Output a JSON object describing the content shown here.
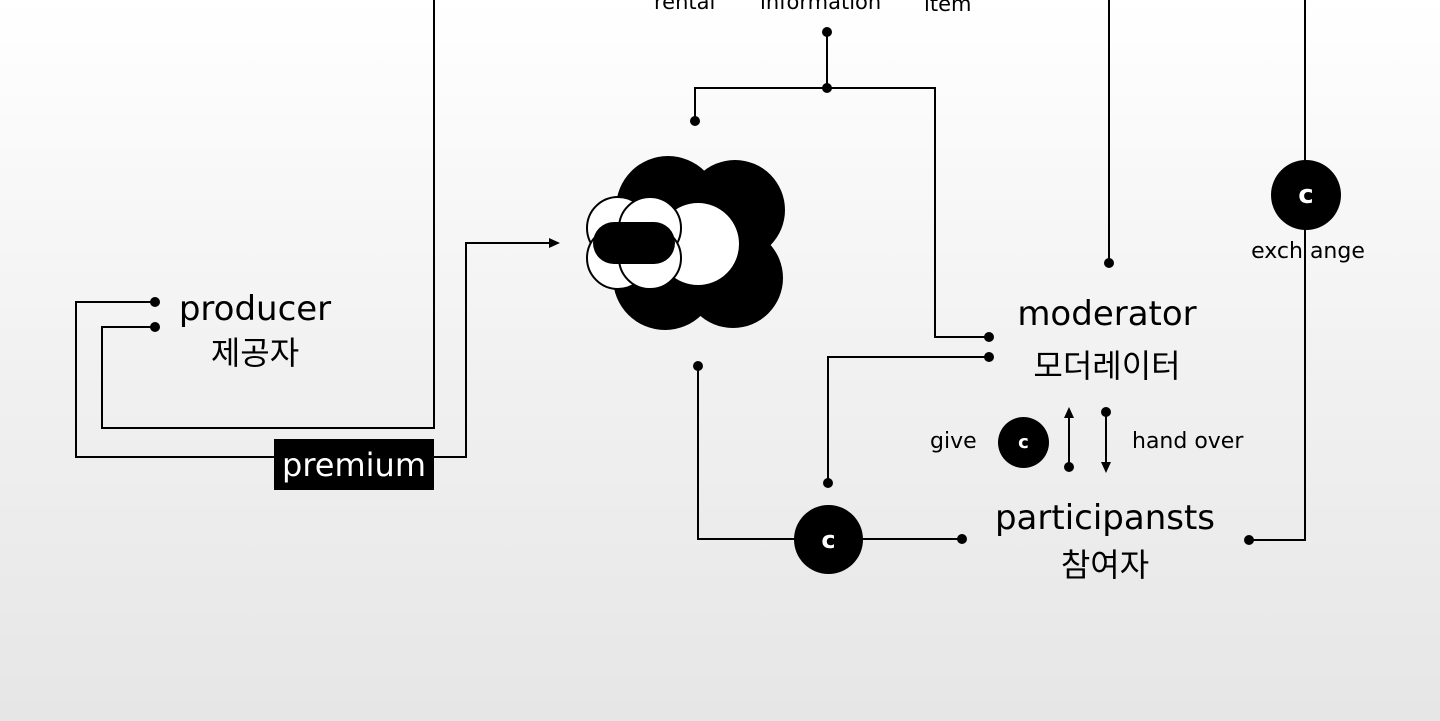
{
  "top_labels": {
    "rental": "rental",
    "information": "information",
    "item": "item"
  },
  "producer": {
    "en": "producer",
    "kr": "제공자"
  },
  "premium": "premium",
  "moderator": {
    "en": "moderator",
    "kr": "모더레이터"
  },
  "participants": {
    "en": "participansts",
    "kr": "참여자"
  },
  "flow_labels": {
    "give": "give",
    "hand_over": "hand over",
    "exchange": "exch ange"
  },
  "badges": {
    "currency_letter": "c"
  },
  "colors": {
    "ink": "#000000",
    "paper": "#ffffff",
    "background_top": "#ffffff",
    "background_bottom": "#e6e6e6"
  }
}
